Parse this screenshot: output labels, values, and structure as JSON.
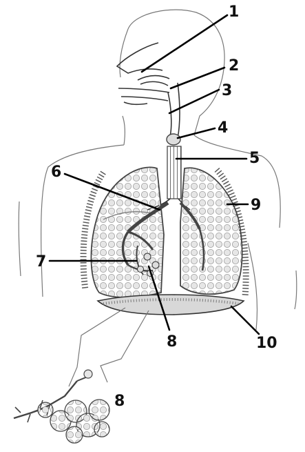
{
  "labels": {
    "l1": "1",
    "l2": "2",
    "l3": "3",
    "l4": "4",
    "l5": "5",
    "l6": "6",
    "l7": "7",
    "l8a": "8",
    "l8b": "8",
    "l9": "9",
    "l10": "10"
  }
}
